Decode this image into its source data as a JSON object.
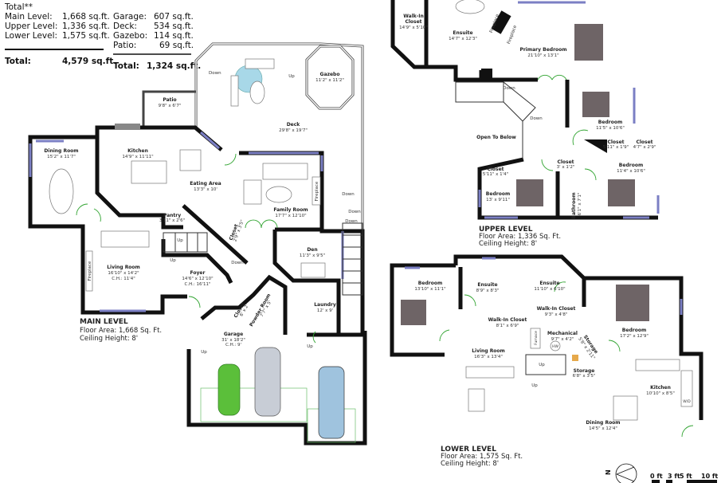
{
  "summary": {
    "heading": "Total**",
    "living": [
      {
        "label": "Main Level:",
        "value": "1,668 sq.ft."
      },
      {
        "label": "Upper Level:",
        "value": "1,336 sq.ft."
      },
      {
        "label": "Lower Level:",
        "value": "1,575 sq.ft."
      }
    ],
    "living_total": {
      "label": "Total:",
      "value": "4,579 sq.ft."
    },
    "other": [
      {
        "label": "Garage:",
        "value": "607 sq.ft."
      },
      {
        "label": "Deck:",
        "value": "534 sq.ft."
      },
      {
        "label": "Gazebo:",
        "value": "114 sq.ft."
      },
      {
        "label": "Patio:",
        "value": "69 sq.ft."
      }
    ],
    "other_total": {
      "label": "Total:",
      "value": "1,324 sq.ft."
    }
  },
  "main_level": {
    "title": "MAIN LEVEL",
    "floor_area": "Floor Area: 1,668 Sq. Ft.",
    "ceiling": "Ceiling Height: 8'",
    "rooms": {
      "patio": {
        "name": "Patio",
        "dims": "9'8\" x 6'7\""
      },
      "gazebo": {
        "name": "Gazebo",
        "dims": "11'2\" x 11'2\""
      },
      "deck": {
        "name": "Deck",
        "dims": "29'8\" x 19'7\""
      },
      "dining": {
        "name": "Dining Room",
        "dims": "15'2\" x 11'7\""
      },
      "kitchen": {
        "name": "Kitchen",
        "dims": "14'9\" x 11'11\""
      },
      "eating": {
        "name": "Eating Area",
        "dims": "13'3\" x 10'"
      },
      "family": {
        "name": "Family Room",
        "dims": "17'7\" x 12'10\""
      },
      "pantry": {
        "name": "Pantry",
        "dims": "3'11\" x 2'6\""
      },
      "closet1": {
        "name": "Closet",
        "dims": "2'9\" x 3'5\""
      },
      "living": {
        "name": "Living Room",
        "dims": "16'10\" x 14'2\"",
        "ch": "C.H.: 11'4\""
      },
      "den": {
        "name": "Den",
        "dims": "11'3\" x 9'5\""
      },
      "foyer": {
        "name": "Foyer",
        "dims": "14'6\" x 12'10\"",
        "ch": "C.H.: 16'11\""
      },
      "closet2": {
        "name": "Closet",
        "dims": "6' x 2'"
      },
      "powder": {
        "name": "Powder Room",
        "dims": "7'7\" x 5'"
      },
      "laundry": {
        "name": "Laundry",
        "dims": "12' x 9'"
      },
      "garage": {
        "name": "Garage",
        "dims": "31' x 18'2\"",
        "ch": "C.H.: 9'"
      }
    },
    "fireplace": "Fireplace",
    "up": "Up",
    "down": "Down"
  },
  "upper_level": {
    "title": "UPPER LEVEL",
    "floor_area": "Floor Area: 1,336 Sq. Ft.",
    "ceiling": "Ceiling Height: 8'",
    "rooms": {
      "walkin": {
        "name": "Walk-In",
        "name2": "Closet",
        "dims": "14'9\" x 5'10\""
      },
      "ensuite": {
        "name": "Ensuite",
        "dims": "14'7\" x 12'3\""
      },
      "primary": {
        "name": "Primary Bedroom",
        "dims": "21'10\" x 13'1\""
      },
      "bed1": {
        "name": "Bedroom",
        "dims": "11'5\" x 10'6\""
      },
      "closet_a": {
        "name": "Closet",
        "dims": "5'11\" x 1'9\""
      },
      "closet_b": {
        "name": "Closet",
        "dims": "4'7\" x 2'9\""
      },
      "closet_c": {
        "name": "Closet",
        "dims": "3' x 1'2\""
      },
      "closet_d": {
        "name": "Closet",
        "dims": "5'11\" x 1'4\""
      },
      "bed2": {
        "name": "Bedroom",
        "dims": "11'4\" x 10'6\""
      },
      "bed3": {
        "name": "Bedroom",
        "dims": "13' x 9'11\""
      },
      "bath": {
        "name": "Bathroom",
        "dims": "6'1\" x 7'1\""
      }
    },
    "open_below": "Open To Below",
    "fireplace": "Fireplace",
    "down": "Down"
  },
  "lower_level": {
    "title": "LOWER LEVEL",
    "floor_area": "Floor Area: 1,575 Sq. Ft.",
    "ceiling": "Ceiling Height: 8'",
    "rooms": {
      "bed1": {
        "name": "Bedroom",
        "dims": "13'10\" x 11'1\""
      },
      "ens1": {
        "name": "Ensuite",
        "dims": "8'9\" x 8'3\""
      },
      "ens2": {
        "name": "Ensuite",
        "dims": "11'10\" x 6'10\""
      },
      "wic1": {
        "name": "Walk-In Closet",
        "dims": "9'3\" x 4'8\""
      },
      "wic2": {
        "name": "Walk-In Closet",
        "dims": "8'1\" x 6'9\""
      },
      "bed2": {
        "name": "Bedroom",
        "dims": "17'2\" x 12'9\""
      },
      "mech": {
        "name": "Mechanical",
        "dims": "9'7\" x 4'2\""
      },
      "stor1": {
        "name": "Storage",
        "dims": "5'8\" x 2'11\""
      },
      "living": {
        "name": "Living Room",
        "dims": "16'3\" x 13'4\""
      },
      "stor2": {
        "name": "Storage",
        "dims": "6'8\" x 3'5\""
      },
      "kitchen": {
        "name": "Kitchen",
        "dims": "10'10\" x 8'5\""
      },
      "dining": {
        "name": "Dining Room",
        "dims": "14'5\" x 12'4\""
      }
    },
    "furnace": "Furnace",
    "hw": "HW",
    "wd": "W/D",
    "up": "Up"
  },
  "legend": {
    "north": "N",
    "scale": [
      "0 ft",
      "3 ft",
      "5 ft",
      "10 ft"
    ]
  },
  "colors": {
    "wall": "#111111",
    "window": "#7b7fc4",
    "door": "#2fa32f",
    "bed": "#6e6466",
    "umbrella": "#a8d8e8",
    "car1": "#5bbf3a",
    "car2": "#c8cdd6",
    "car3": "#9fc3de"
  }
}
